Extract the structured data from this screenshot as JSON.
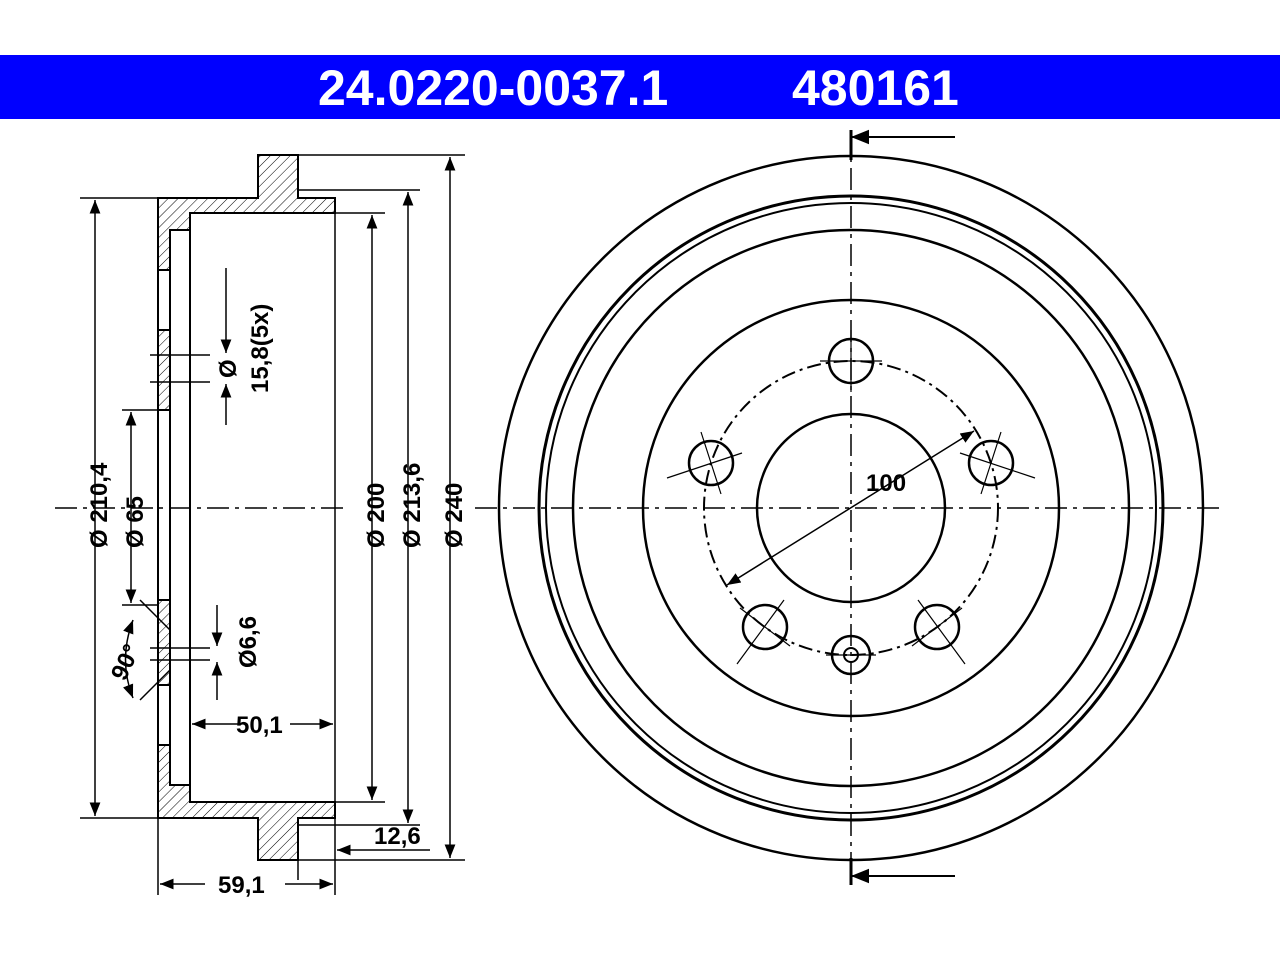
{
  "header": {
    "part_number": "24.0220-0037.1",
    "reference": "480161",
    "background": "#0000ff",
    "text_color": "#ffffff"
  },
  "dimensions": {
    "d_210_4": "Ø 210,4",
    "d_65": "Ø 65",
    "d_15_8": "Ø",
    "d_15_8_value": "15,8(5x)",
    "d_6_6": "Ø6,6",
    "angle_90": "90°",
    "width_50_1": "50,1",
    "d_200": "Ø 200",
    "d_213_6": "Ø 213,6",
    "d_240": "Ø 240",
    "width_12_6": "12,6",
    "width_59_1": "59,1",
    "pcd_100": "100"
  }
}
